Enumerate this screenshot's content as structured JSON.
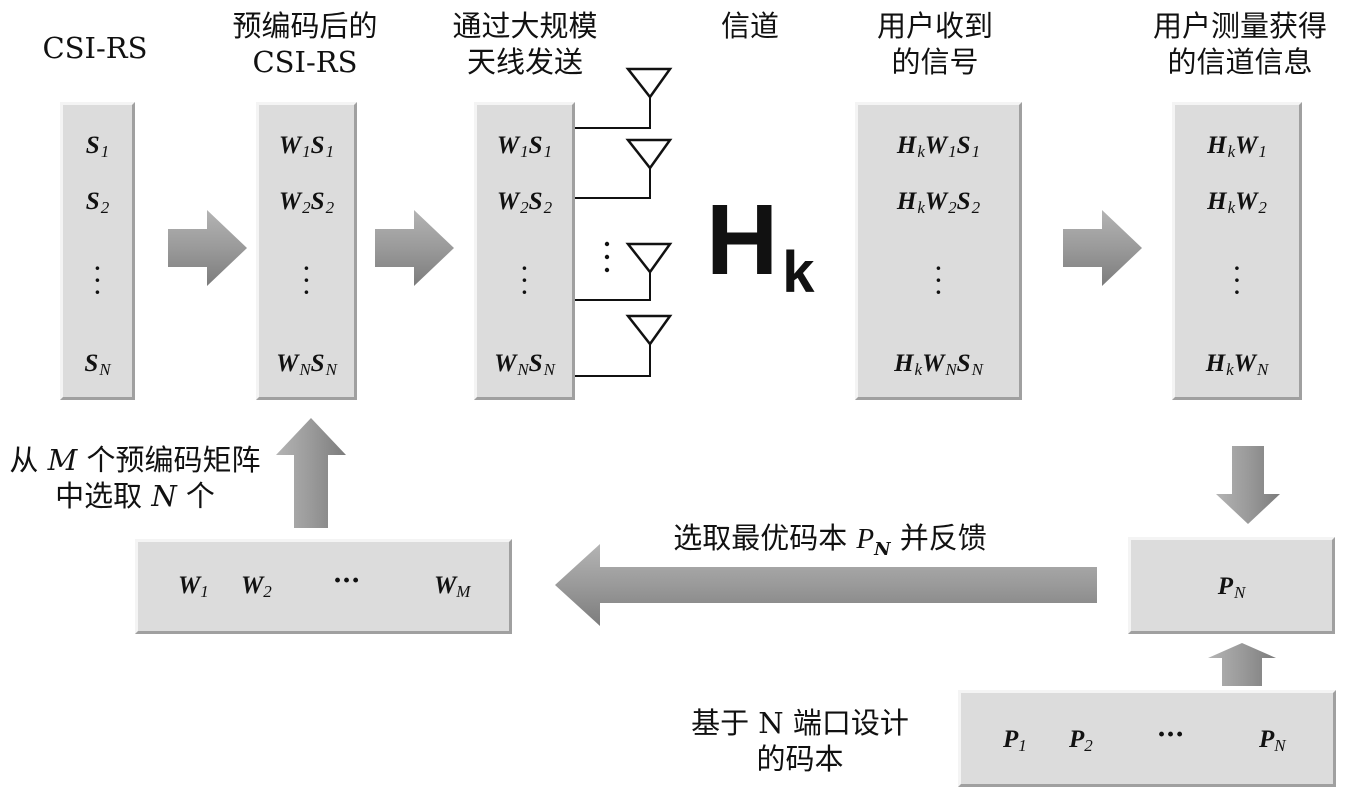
{
  "headers": {
    "csirs": "CSI-RS",
    "precoded_l1": "预编码后的",
    "precoded_l2": "CSI-RS",
    "massive_l1": "通过大规模",
    "massive_l2": "天线发送",
    "channel": "信道",
    "received_l1": "用户收到",
    "received_l2": "的信号",
    "measured_l1": "用户测量获得",
    "measured_l2": "的信道信息"
  },
  "columns": {
    "csirs": {
      "r1": "S",
      "r1s": "1",
      "r2": "S",
      "r2s": "2",
      "rn": "S",
      "rns": "N"
    },
    "precoded": {
      "r1a": "W",
      "r1as": "1",
      "r1b": "S",
      "r1bs": "1",
      "r2a": "W",
      "r2as": "2",
      "r2b": "S",
      "r2bs": "2",
      "rna": "W",
      "rnas": "N",
      "rnb": "S",
      "rnbs": "N"
    },
    "received": {
      "h": "H",
      "hs": "k",
      "r1a": "W",
      "r1as": "1",
      "r1b": "S",
      "r1bs": "1",
      "r2a": "W",
      "r2as": "2",
      "r2b": "S",
      "r2bs": "2",
      "rna": "W",
      "rnas": "N",
      "rnb": "S",
      "rnbs": "N"
    },
    "measured": {
      "h": "H",
      "hs": "k",
      "r1": "W",
      "r1s": "1",
      "r2": "W",
      "r2s": "2",
      "rn": "W",
      "rns": "N"
    }
  },
  "channel_symbol": {
    "main": "H",
    "sub": "k"
  },
  "select_text": {
    "l1a": "从 ",
    "l1m": "M",
    "l1b": " 个预编码矩阵",
    "l2a": "中选取 ",
    "l2n": "N",
    "l2b": " 个"
  },
  "feedback_text": {
    "a": "选取最优码本 ",
    "p": "P",
    "ps": "N",
    "b": " 并反馈"
  },
  "codebook_text": {
    "l1": "基于 N 端口设计",
    "l2": "的码本"
  },
  "w_row": {
    "w": "W",
    "s1": "1",
    "s2": "2",
    "sm": "M",
    "ellipsis": "···"
  },
  "pn_box": {
    "p": "P",
    "s": "N"
  },
  "p_row": {
    "p": "P",
    "s1": "1",
    "s2": "2",
    "sn": "N",
    "ellipsis": "···"
  }
}
